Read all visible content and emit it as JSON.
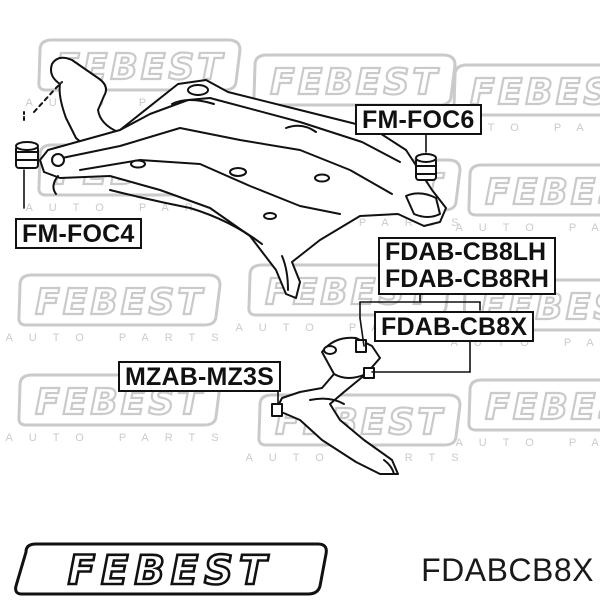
{
  "watermark": {
    "brand": "FEBEST",
    "tagline": "AUTO PARTS"
  },
  "labels": {
    "fm_foc6": "FM-FOC6",
    "fm_foc4": "FM-FOC4",
    "fdab_cb8lh": "FDAB-CB8LH",
    "fdab_cb8rh": "FDAB-CB8RH",
    "fdab_cb8x": "FDAB-CB8X",
    "mzab_mz3s": "MZAB-MZ3S"
  },
  "footer": {
    "brand": "FEBEST",
    "part_code": "FDABCB8X"
  },
  "colors": {
    "ink": "#111111",
    "watermark": "#c8c8c8",
    "background": "#ffffff"
  }
}
